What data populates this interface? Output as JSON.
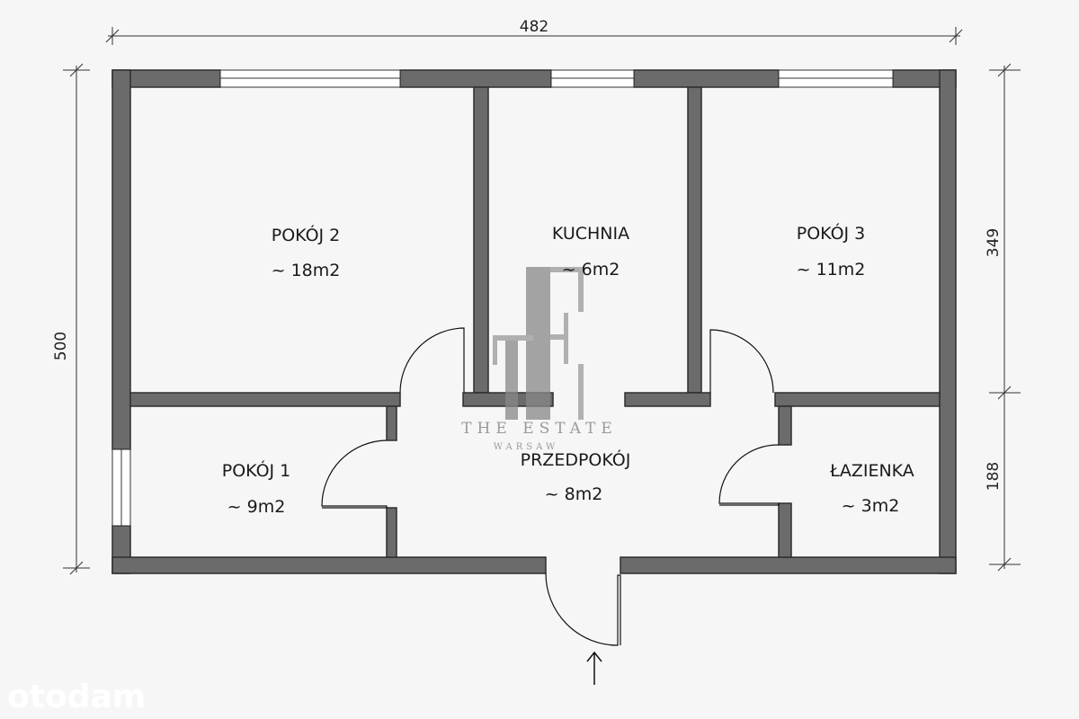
{
  "dimensions": {
    "width": "482",
    "height": "500",
    "right_upper": "349",
    "right_lower": "188"
  },
  "rooms": [
    {
      "name": "POKÓJ 2",
      "area": "~ 18m2"
    },
    {
      "name": "KUCHNIA",
      "area": "~ 6m2"
    },
    {
      "name": "POKÓJ 3",
      "area": "~ 11m2"
    },
    {
      "name": "POKÓJ 1",
      "area": "~ 9m2"
    },
    {
      "name": "PRZEDPOKÓJ",
      "area": "~ 8m2"
    },
    {
      "name": "ŁAZIENKA",
      "area": "~ 3m2"
    }
  ],
  "watermark": {
    "title": "THE ESTATE",
    "subtitle": "WARSAW"
  },
  "logo": "otodam",
  "colors": {
    "wall": "#6b6b6b",
    "background": "#f6f6f6"
  }
}
